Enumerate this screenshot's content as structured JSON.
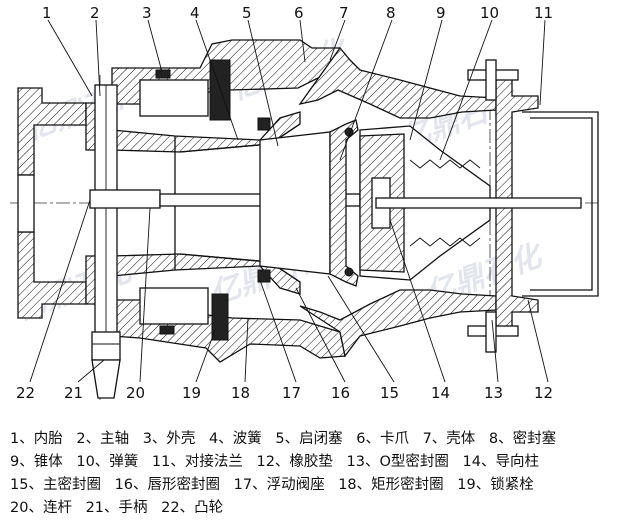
{
  "callouts_top": [
    "1",
    "2",
    "3",
    "4",
    "5",
    "6",
    "7",
    "8",
    "9",
    "10",
    "11"
  ],
  "callouts_bottom": [
    "22",
    "21",
    "20",
    "19",
    "18",
    "17",
    "16",
    "15",
    "14",
    "13",
    "12"
  ],
  "legend": [
    [
      "1、内胎",
      "2、主轴",
      "3、外壳",
      "4、波簧",
      "5、启闭塞",
      "6、卡爪",
      "7、壳体",
      "8、密封塞"
    ],
    [
      "9、锥体",
      "10、弹簧",
      "11、对接法兰",
      "12、橡胶垫",
      "13、O型密封圈",
      "14、导向柱"
    ],
    [
      "15、主密封圈",
      "16、唇形密封圈",
      "17、浮动阀座",
      "18、矩形密封圈",
      "19、锁紧栓"
    ],
    [
      "20、连杆",
      "21、手柄",
      "22、凸轮"
    ]
  ],
  "watermark": "亿鼎石化"
}
